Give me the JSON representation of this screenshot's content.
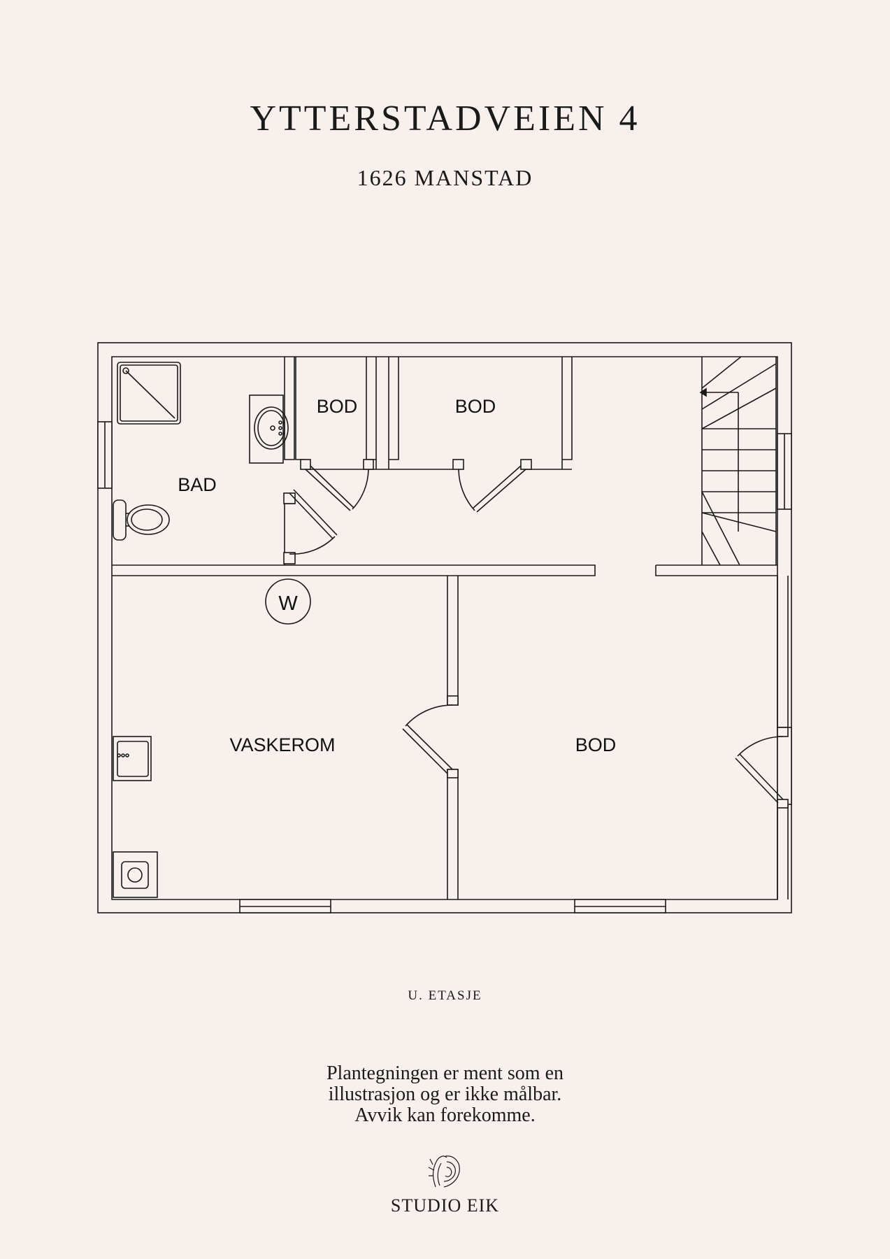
{
  "header": {
    "title": "YTTERSTADVEIEN 4",
    "subtitle": "1626 MANSTAD"
  },
  "floorplan": {
    "rooms": {
      "bad": "BAD",
      "bod_small": "BOD",
      "bod_medium": "BOD",
      "vaskerom": "VASKEROM",
      "bod_large": "BOD"
    },
    "water_heater_label": "W",
    "colors": {
      "line": "#1a1a1a",
      "background": "#f7f0ed"
    }
  },
  "footer": {
    "floor_label": "U. ETASJE",
    "disclaimer_lines": [
      "Plantegningen er ment som en",
      "illustrasjon og er ikke målbar.",
      "Avvik kan forekomme."
    ],
    "brand": "STUDIO EIK"
  }
}
